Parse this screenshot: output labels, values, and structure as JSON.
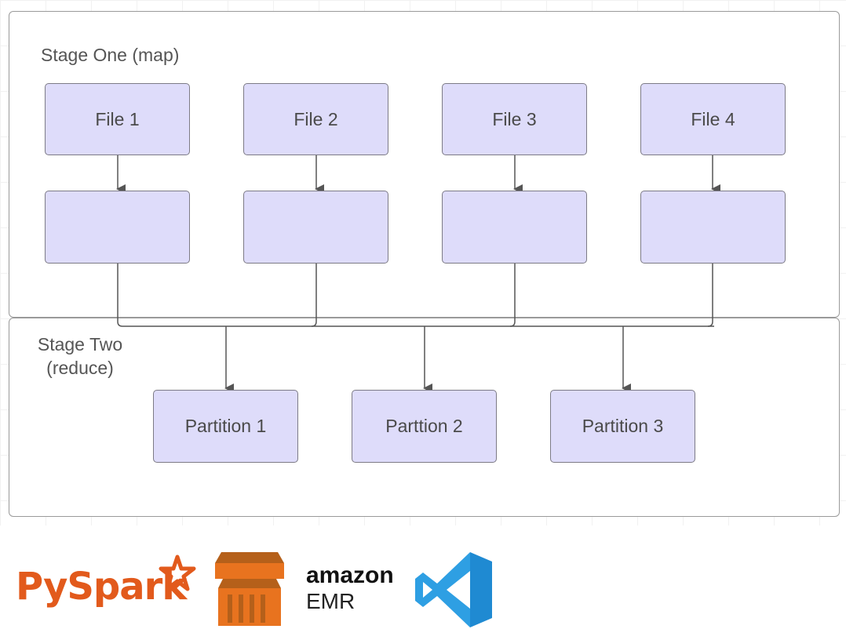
{
  "stage_one": {
    "title": "Stage One (map)",
    "files": [
      {
        "label": "File 1"
      },
      {
        "label": "File 2"
      },
      {
        "label": "File 3"
      },
      {
        "label": "File 4"
      }
    ]
  },
  "stage_two": {
    "title_line1": "Stage Two",
    "title_line2": "(reduce)",
    "partitions": [
      {
        "label": "Partition 1"
      },
      {
        "label": "Parttion 2"
      },
      {
        "label": "Partition 3"
      }
    ]
  },
  "logos": {
    "pyspark": "PySpark",
    "amazon": "amazon",
    "emr": "EMR"
  },
  "colors": {
    "node_fill": "#dedcfa",
    "node_border": "#7d7b86",
    "edge": "#555555",
    "spark_orange": "#e25a1c",
    "aws_orange": "#e8731f",
    "vscode_blue": "#1f8ad2"
  }
}
